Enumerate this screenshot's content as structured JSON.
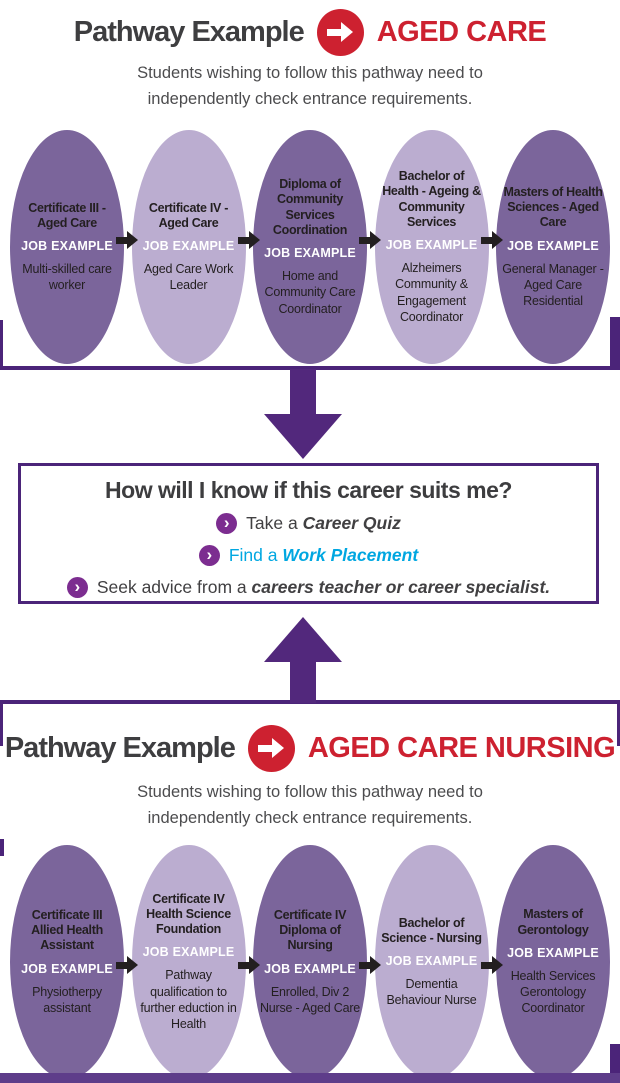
{
  "colors": {
    "background": "#ffffff",
    "heading_text": "#3e3e40",
    "accent_red": "#cd2130",
    "subtitle_text": "#4c4c4e",
    "ellipse_dark": "#7b659b",
    "ellipse_light": "#bbadd0",
    "ellipse_text": "#231f20",
    "job_example_text": "#ffffff",
    "flow_arrow": "#231f20",
    "big_arrow_purple": "#52287c",
    "frame_purple": "#4b2479",
    "bottom_bar_purple": "#5e3d8a",
    "bullet_purple": "#7c2d90",
    "link_blue": "#00a7e1"
  },
  "icons": {
    "chevron_right": "›"
  },
  "job_example_label": "JOB EXAMPLE",
  "pathway1": {
    "title_prefix": "Pathway Example",
    "title_field": "AGED CARE",
    "subtitle_line1": "Students wishing to follow this pathway need to",
    "subtitle_line2": "independently check entrance requirements.",
    "stages": [
      {
        "qualification": "Certificate III - Aged Care",
        "job": "Multi-skilled care worker"
      },
      {
        "qualification": "Certificate IV - Aged Care",
        "job": "Aged Care Work Leader"
      },
      {
        "qualification": "Diploma of Community Services Coordination",
        "job": "Home and Community Care Coordinator"
      },
      {
        "qualification": "Bachelor of Health - Ageing & Community Services",
        "job": "Alzheimers Community & Engagement Coordinator"
      },
      {
        "qualification": "Masters of Health Sciences - Aged Care",
        "job": "General Manager - Aged Care Residential"
      }
    ]
  },
  "advice": {
    "title": "How will I know if this career suits me?",
    "items": [
      {
        "prefix": "Take a ",
        "emphasis": "Career Quiz"
      },
      {
        "prefix": "Find a ",
        "emphasis": "Work Placement"
      },
      {
        "prefix": "Seek advice from a ",
        "emphasis": "careers teacher or career specialist."
      }
    ]
  },
  "pathway2": {
    "title_prefix": "Pathway Example",
    "title_field": "AGED CARE NURSING",
    "subtitle_line1": "Students wishing to follow this pathway need to",
    "subtitle_line2": "independently check entrance requirements.",
    "stages": [
      {
        "qualification": "Certificate III Allied Health Assistant",
        "job": "Physiotherpy assistant"
      },
      {
        "qualification": "Certificate IV Health Science Foundation",
        "job": "Pathway qualification to further eduction in Health"
      },
      {
        "qualification": "Certificate IV Diploma of Nursing",
        "job": "Enrolled, Div 2 Nurse - Aged Care"
      },
      {
        "qualification": "Bachelor of Science - Nursing",
        "job": "Dementia Behaviour Nurse"
      },
      {
        "qualification": "Masters of Gerontology",
        "job": "Health Services Gerontology Coordinator"
      }
    ]
  }
}
